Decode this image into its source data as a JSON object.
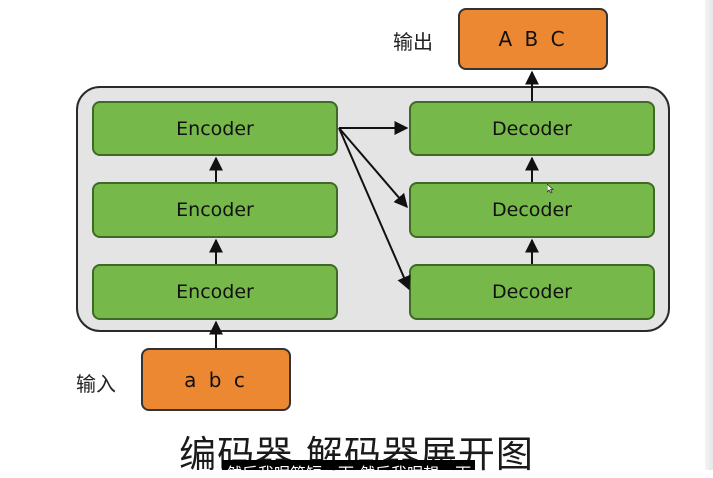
{
  "diagram": {
    "output_label": "输出",
    "output_text": "A B C",
    "input_label": "输入",
    "input_text": "a b c",
    "encoders": [
      "Encoder",
      "Encoder",
      "Encoder"
    ],
    "decoders": [
      "Decoder",
      "Decoder",
      "Decoder"
    ],
    "caption": "编码器.解码器展开图",
    "subtitle": "然后我呢简短一下 然后我呢想一下",
    "colors": {
      "node_green": "#77b84a",
      "node_orange": "#ec8732",
      "container_gray": "#e4e4e4",
      "arrow": "#111111"
    }
  }
}
